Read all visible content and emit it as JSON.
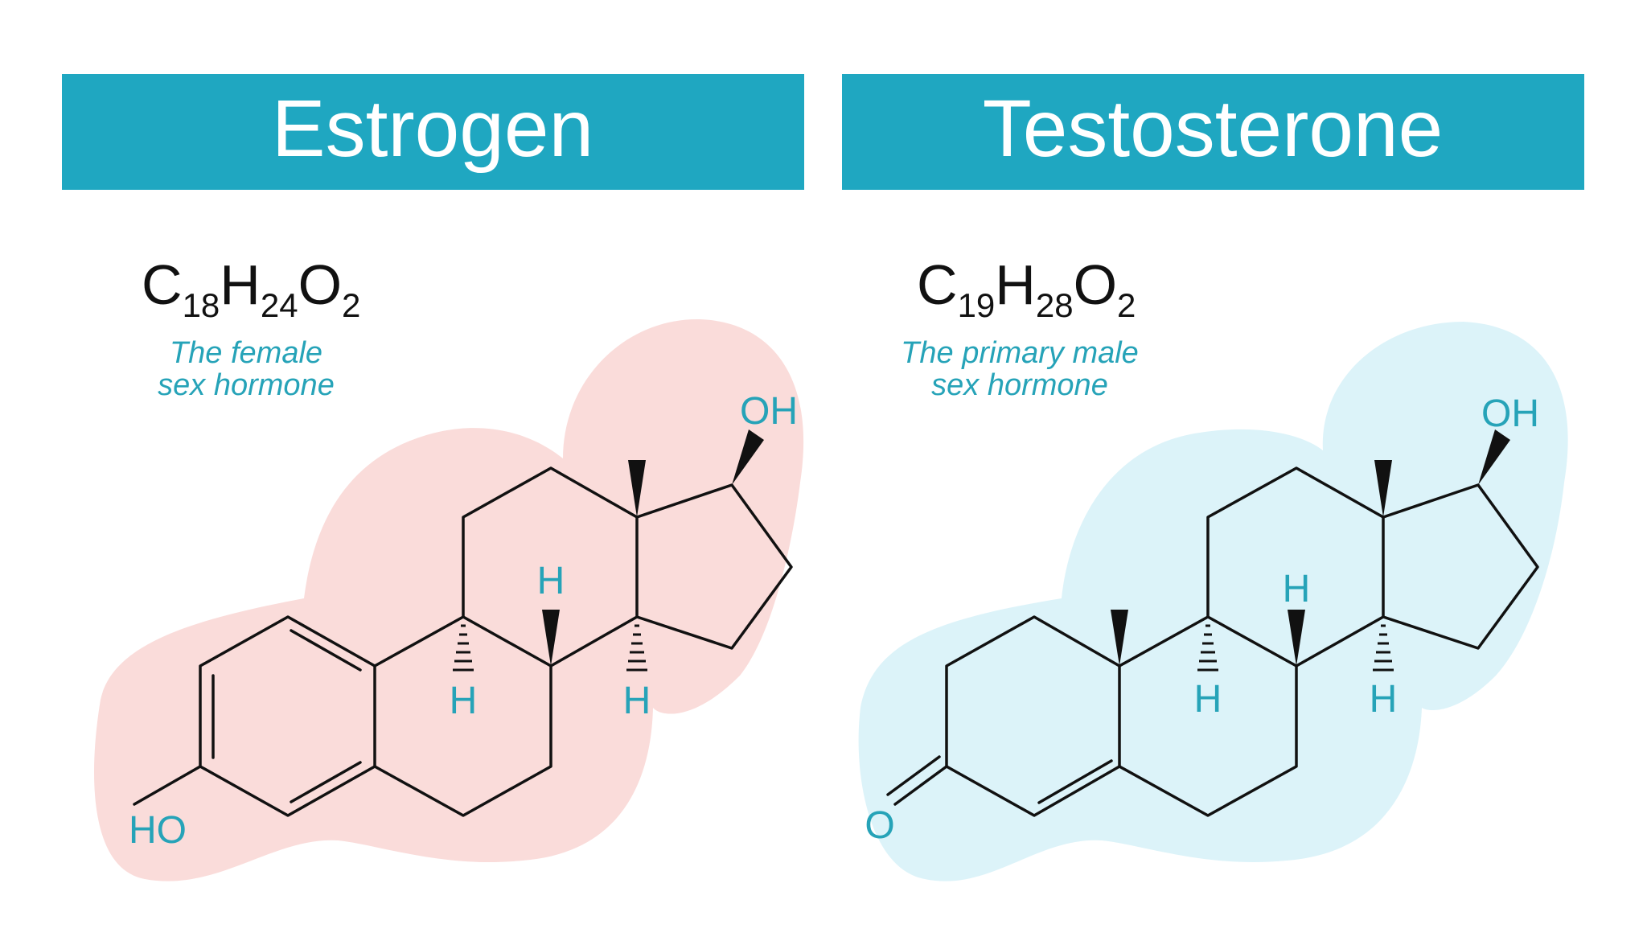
{
  "colors": {
    "header_bg": "#1fa7c1",
    "accent_text": "#26a3b8",
    "estrogen_blob": "#fadcda",
    "testosterone_blob": "#dcf3f9",
    "bond": "#111111"
  },
  "panels": {
    "estrogen": {
      "title": "Estrogen",
      "formula": {
        "el1": "C",
        "n1": "18",
        "el2": "H",
        "n2": "24",
        "el3": "O",
        "n3": "2"
      },
      "description": [
        "The female",
        "sex hormone"
      ],
      "atoms": {
        "hydroxyl_top": "OH",
        "hydroxyl_bottom": "HO",
        "h_upper": "H",
        "h_lower_left": "H",
        "h_lower_right": "H"
      }
    },
    "testosterone": {
      "title": "Testosterone",
      "formula": {
        "el1": "C",
        "n1": "19",
        "el2": "H",
        "n2": "28",
        "el3": "O",
        "n3": "2"
      },
      "description": [
        "The primary male",
        "sex hormone"
      ],
      "atoms": {
        "hydroxyl_top": "OH",
        "oxo": "O",
        "h_upper": "H",
        "h_lower_left": "H",
        "h_lower_right": "H"
      }
    }
  }
}
